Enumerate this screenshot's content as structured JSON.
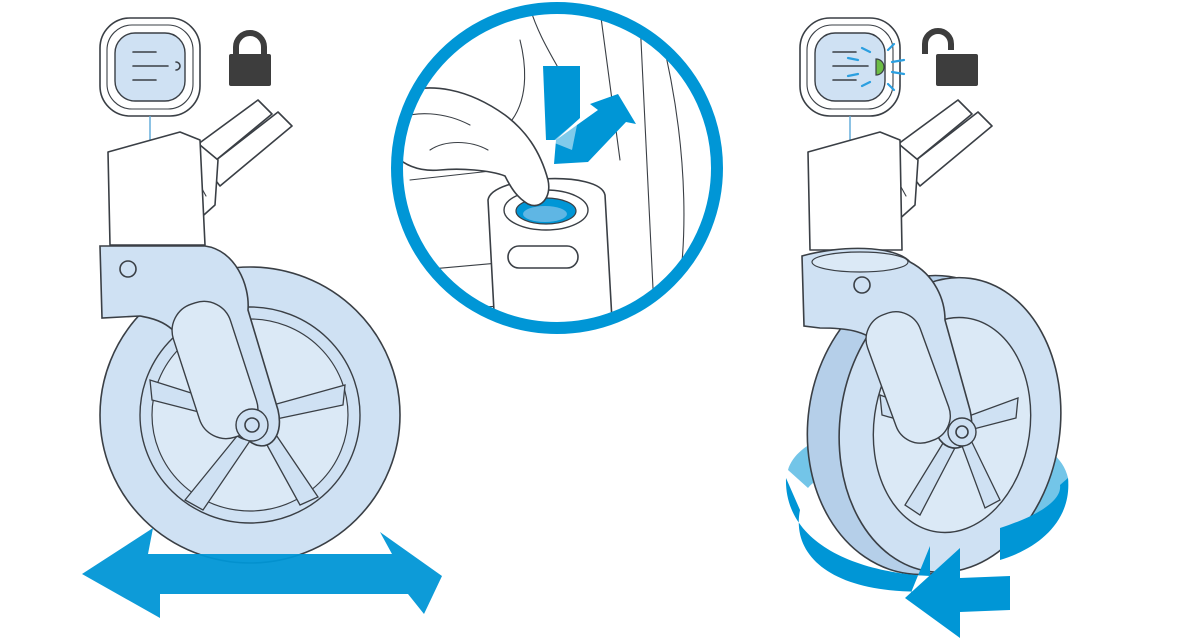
{
  "colors": {
    "accent": "#0096d6",
    "tint": "#cfe1f3",
    "tint_dark": "#b5cfe9",
    "line": "#3a3f45",
    "indicator": "#6cbd45",
    "lock": "#3d3d3d"
  },
  "panels": [
    {
      "state": "locked",
      "lock_icon": "padlock-closed-icon",
      "motion": "straight-line-arrow-icon",
      "indicator_on": false
    },
    {
      "state": "press-release",
      "detail": "finger-pressing-release-button"
    },
    {
      "state": "unlocked",
      "lock_icon": "padlock-open-icon",
      "motion": "circular-swivel-arrow-icon",
      "indicator_on": true
    }
  ]
}
